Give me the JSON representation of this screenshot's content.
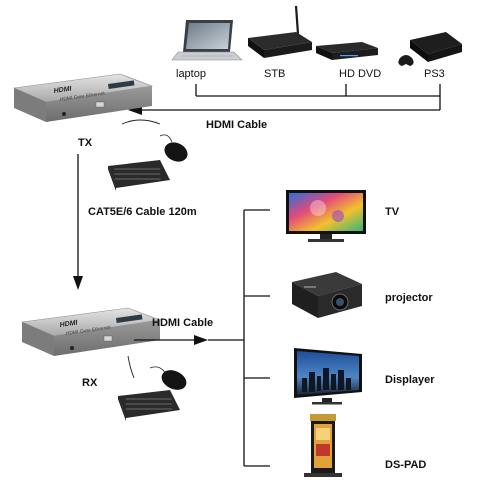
{
  "sources": {
    "laptop": "laptop",
    "stb": "STB",
    "hd_dvd": "HD DVD",
    "ps3": "PS3"
  },
  "tx": {
    "label": "TX",
    "logo": "HDMI",
    "caption": "HDMI Over Ethernet"
  },
  "rx": {
    "label": "RX",
    "logo": "HDMI",
    "caption": "HDMI Over Ethernet"
  },
  "links": {
    "hdmi_in": "HDMI Cable",
    "cat_cable": "CAT5E/6 Cable  120m",
    "hdmi_out": "HDMI Cable"
  },
  "displays": {
    "tv": "TV",
    "projector": "projector",
    "displayer": "Displayer",
    "dspad": "DS-PAD"
  }
}
